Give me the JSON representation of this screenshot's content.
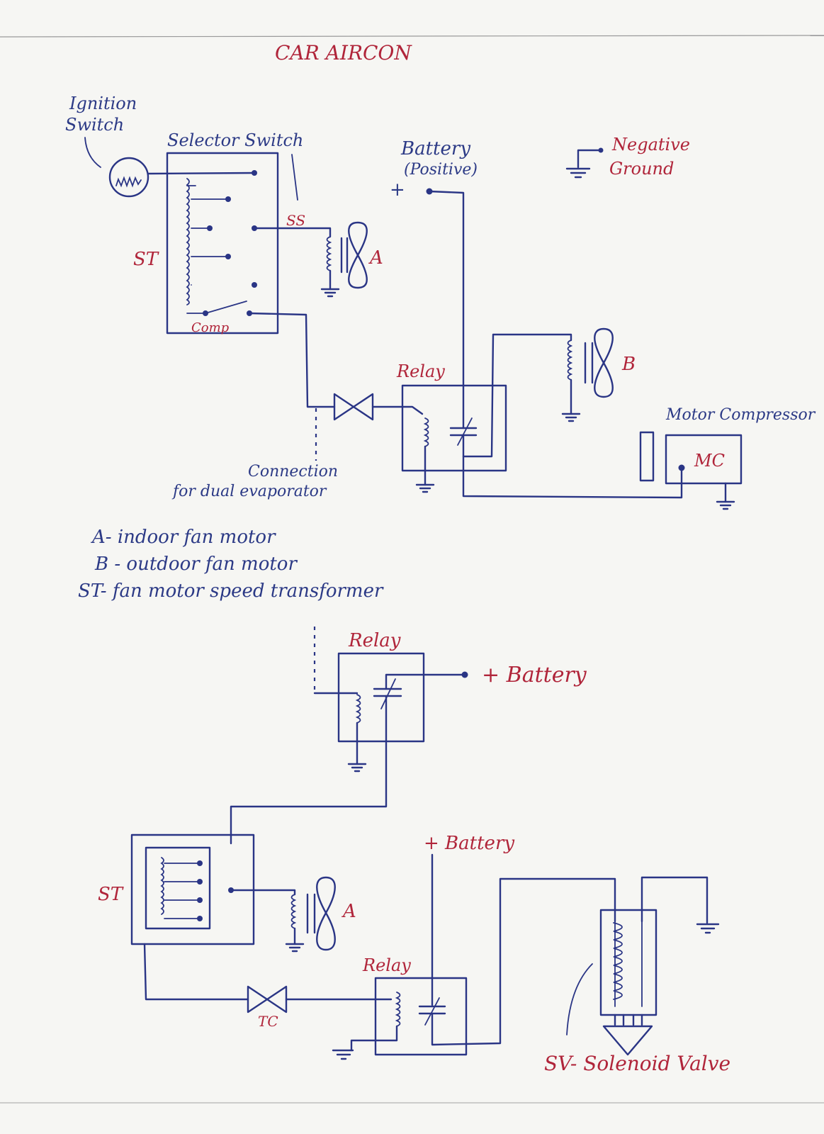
{
  "title": "CAR AIRCON",
  "top_diagram": {
    "ignition_label": [
      "Ignition",
      "Switch"
    ],
    "selector_label": "Selector Switch",
    "ss_label": "SS",
    "st_label": "ST",
    "comp_label": "Comp",
    "battery_label": [
      "Battery",
      "(Positive)"
    ],
    "plus": "+",
    "ground_label": [
      "Negative",
      "Ground"
    ],
    "relay_label": "Relay",
    "fan_a_label": "A",
    "fan_b_label": "B",
    "mc_label": "MC",
    "motor_compressor_label": "Motor Compressor",
    "dual_evap_label": [
      "Connection",
      "for dual evaporator"
    ]
  },
  "legend": [
    "A- indoor fan motor",
    "B - outdoor fan motor",
    "ST- fan motor speed transformer"
  ],
  "bottom_diagram": {
    "relay_top_label": "Relay",
    "battery_top_label": "+ Battery",
    "st_label": "ST",
    "fan_a_label": "A",
    "battery_mid_label": "+ Battery",
    "relay_low_label": "Relay",
    "tc_label": "TC",
    "sv_label": "SV- Solenoid Valve"
  },
  "colors": {
    "paper": "#f6f6f3",
    "ink_blue": "#2a3585",
    "ink_red": "#b0253a"
  }
}
